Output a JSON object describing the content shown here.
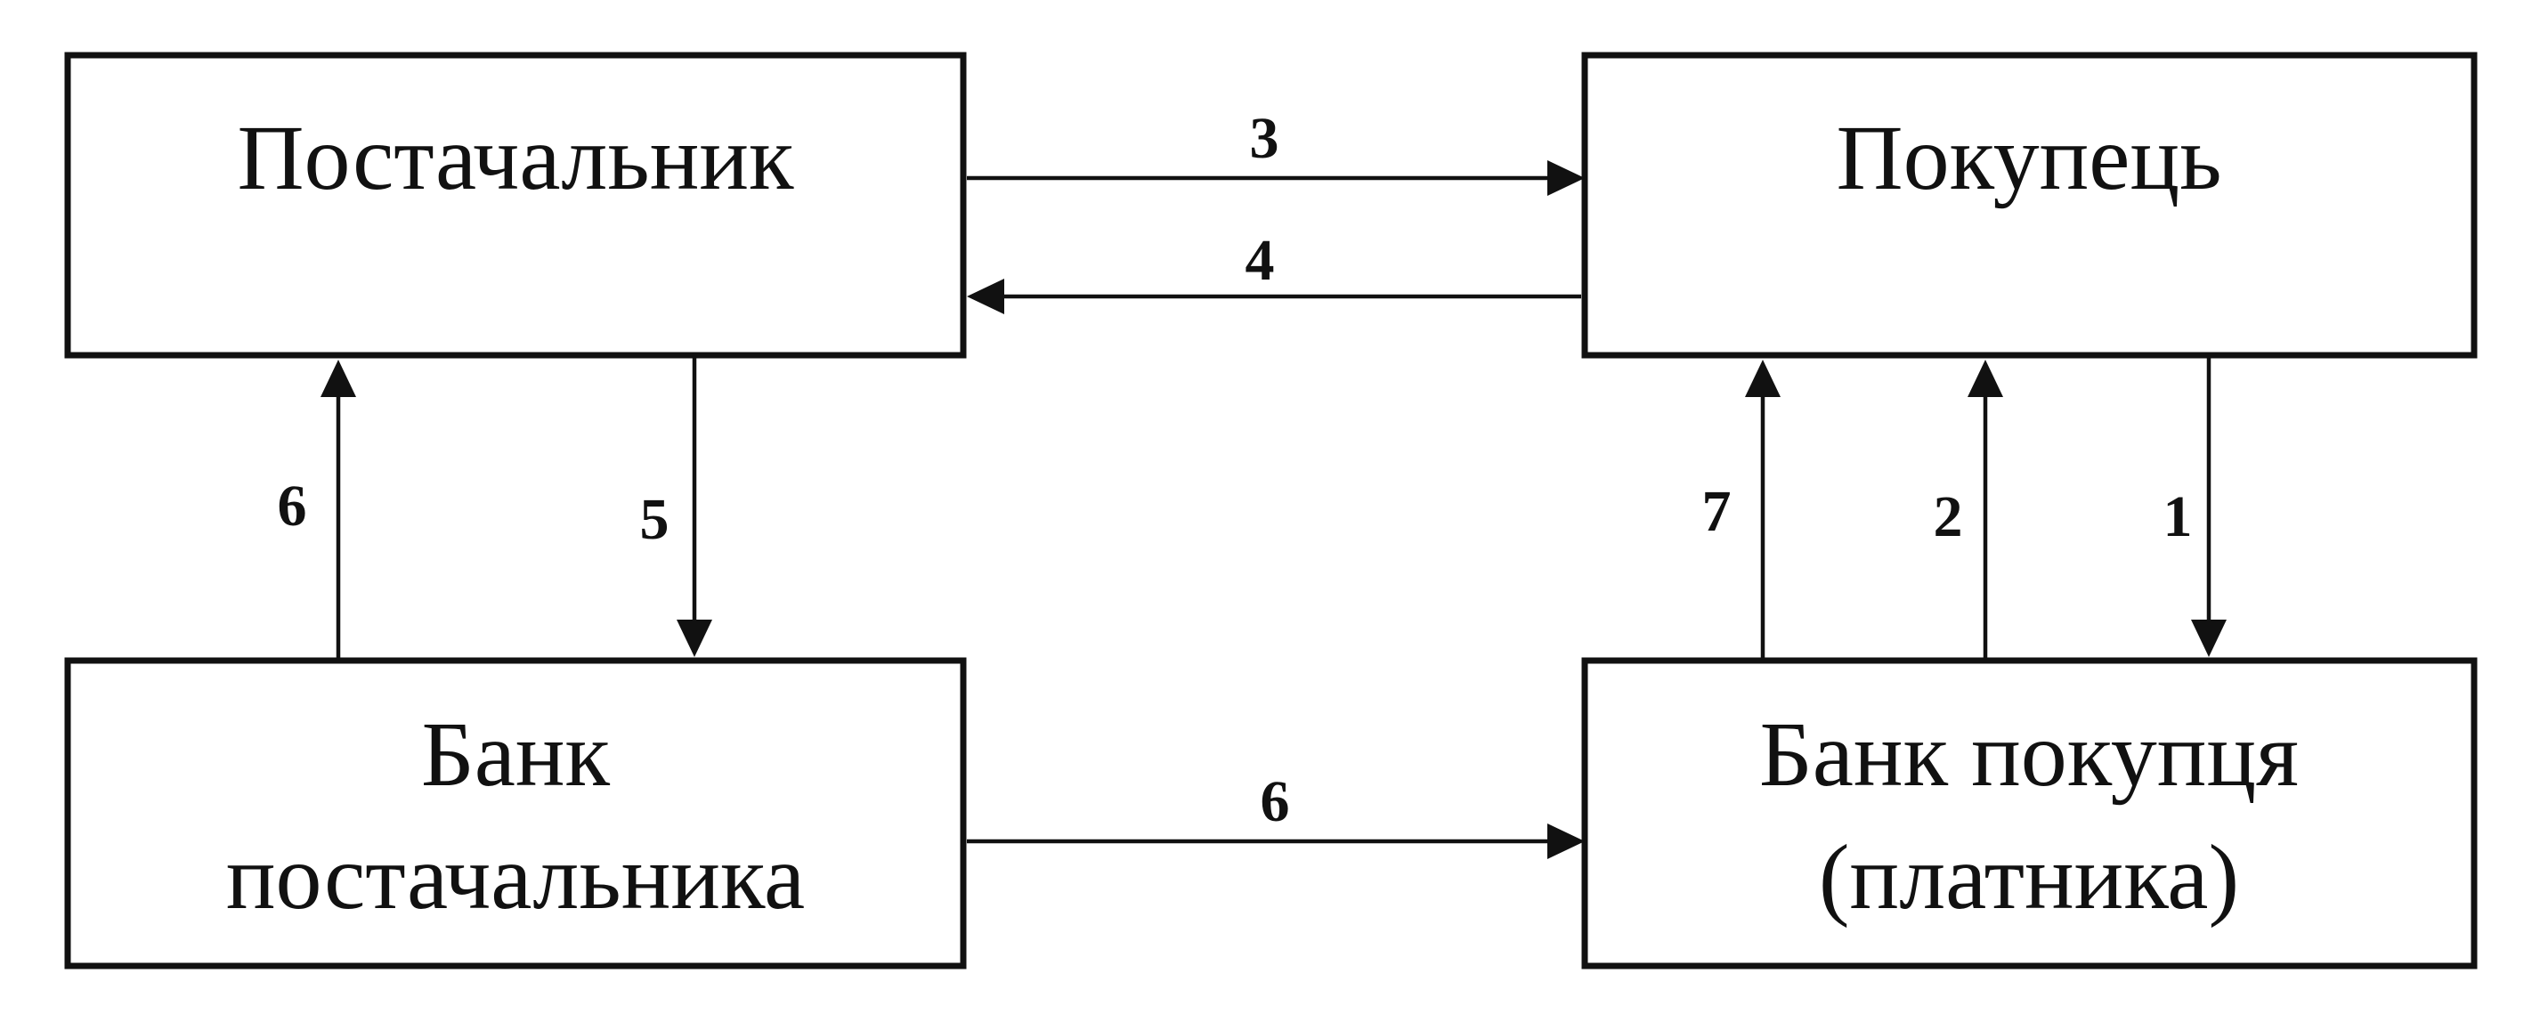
{
  "boxes": {
    "supplier": {
      "lines": [
        "Постачальник"
      ]
    },
    "buyer": {
      "lines": [
        "Покупець"
      ]
    },
    "supplier_bank": {
      "lines": [
        "Банк",
        "постачальника"
      ]
    },
    "buyer_bank": {
      "lines": [
        "Банк покупця",
        "(платника)"
      ]
    }
  },
  "flows": {
    "supplier_to_buyer": "3",
    "buyer_to_supplier": "4",
    "supplier_bank_to_supplier": "6",
    "supplier_to_supplier_bank": "5",
    "supplier_bank_to_buyer_bank": "6",
    "buyer_bank_to_buyer_7": "7",
    "buyer_bank_to_buyer_2": "2",
    "buyer_to_buyer_bank": "1"
  }
}
